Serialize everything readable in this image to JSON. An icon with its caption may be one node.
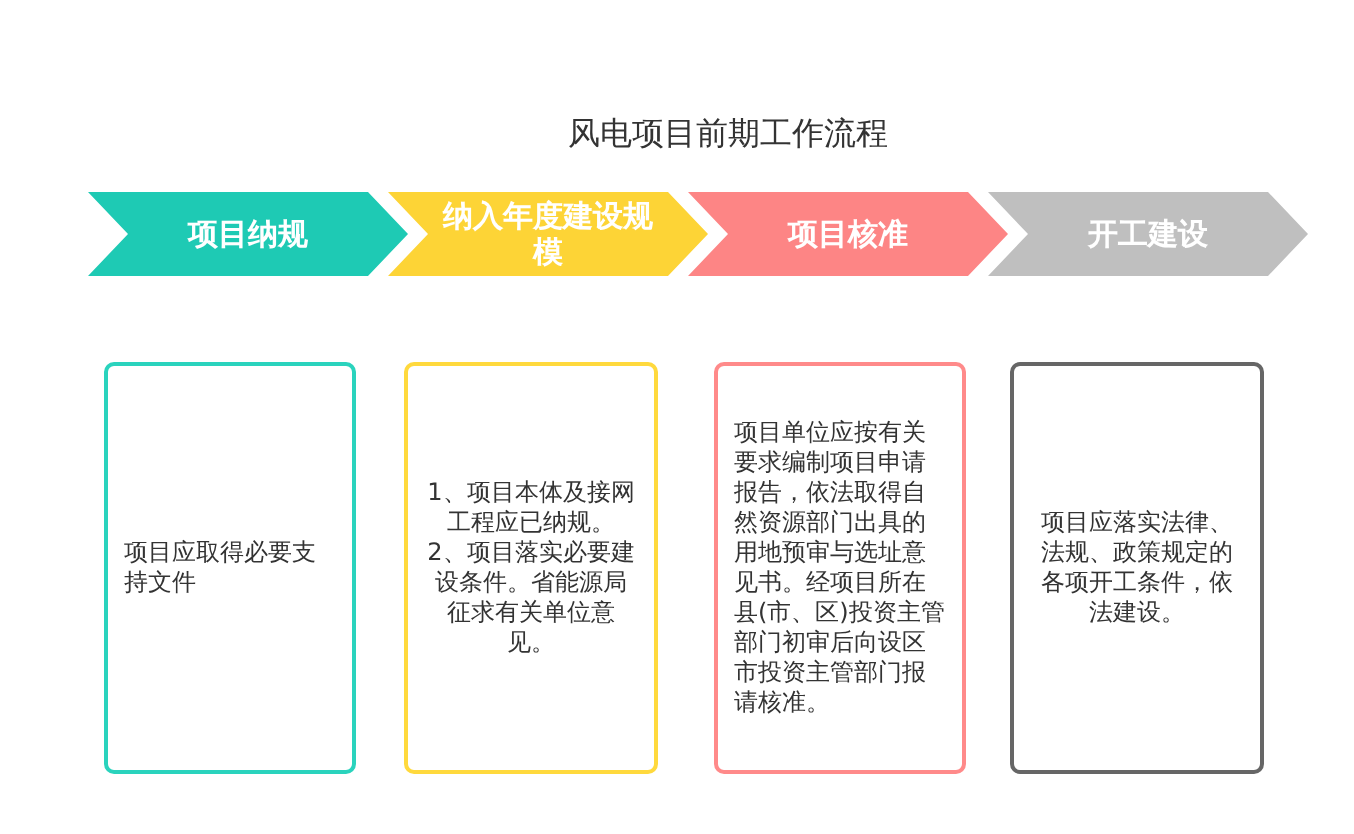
{
  "diagram": {
    "title": "风电项目前期工作流程",
    "nodes": [
      {
        "text": [
          "项目纳规"
        ]
      },
      {
        "text": [
          "纳入年度建设规模"
        ]
      },
      {
        "text": [
          "项目核准"
        ]
      },
      {
        "text": [
          "开工建设"
        ]
      },
      {
        "text": [
          "项目应取得必要支持文件"
        ]
      },
      {
        "text": [
          "1、项目本体及接网工程应已纳规。",
          "2、项目落实必要建设条件。省能源局征求有关单位意见。"
        ]
      },
      {
        "text": [
          "项目单位应按有关要求编制项目申请报告，依法取得自然资源部门出具的用地预审与选址意见书。经项目所在县(市、区)投资主管部门初审后向设区市投资主管部门报请核准。"
        ]
      },
      {
        "text": [
          "项目应落实法律、法规、政策规定的各项开工条件，依法建设。"
        ]
      }
    ]
  }
}
